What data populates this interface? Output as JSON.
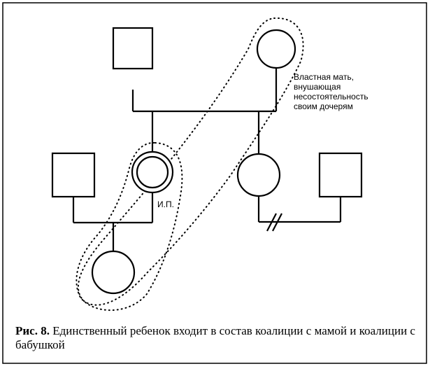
{
  "figure": {
    "annotation_mother": [
      "Властная мать,",
      "внушающая",
      "несостоятельность",
      "своим дочерям"
    ],
    "label_ip": "И.П.",
    "caption_number": "Рис. 8.",
    "caption_text": "Единственный ребенок входит в состав коалиции с мамой и коалиции с бабушкой"
  }
}
